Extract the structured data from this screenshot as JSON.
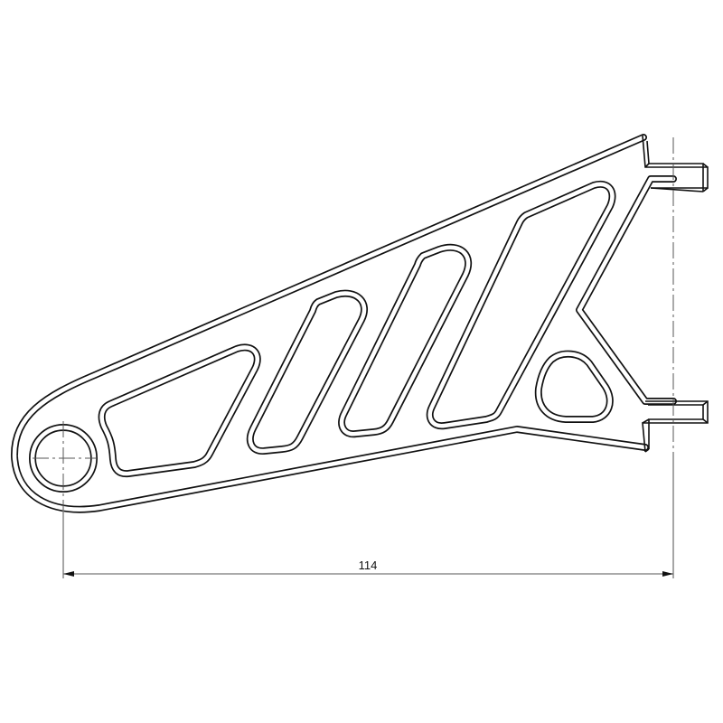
{
  "drawing": {
    "title": "Bracket arm with lightening slots",
    "colors": {
      "line": "#111111",
      "centerline": "#555555",
      "dimension": "#777777",
      "background": "#ffffff"
    },
    "features": {
      "pivot_hole": "circle-bore",
      "slots": [
        "trapezoid-pocket",
        "oblong-slot-1",
        "oblong-slot-2",
        "large-slot",
        "triangular-pocket"
      ],
      "tabs": [
        "upper-tab",
        "lower-tab"
      ]
    }
  },
  "dimension": {
    "overall_length": "114"
  }
}
